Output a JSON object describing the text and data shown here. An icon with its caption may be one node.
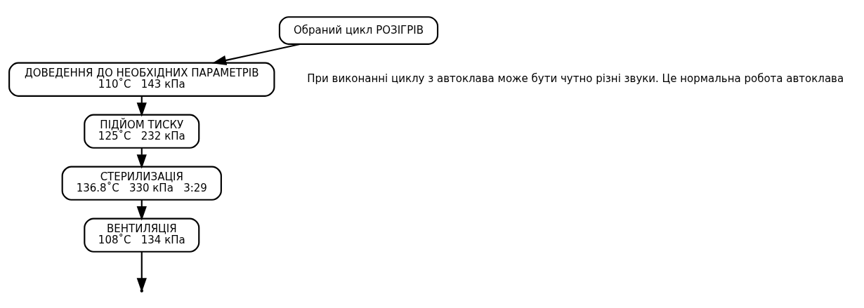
{
  "diagram": {
    "nodes": [
      {
        "text": [
          "Обраний цикл РОЗІГРІВ"
        ]
      },
      {
        "text": [
          "ДОВЕДЕННЯ ДО НЕОБХІДНИХ ПАРАМЕТРІВ",
          "110˚C",
          "143 кПа"
        ]
      },
      {
        "text": [
          "ПІДЙОМ ТИСКУ",
          "125˚C",
          "232 кПа"
        ]
      },
      {
        "text": [
          "СТЕРИЛИЗАЦІЯ",
          "136.8˚C",
          "330 кПа",
          "3:29"
        ]
      },
      {
        "text": [
          "ВЕНТИЛЯЦІЯ",
          "108˚C",
          "134 кПа"
        ]
      }
    ],
    "edges": [
      {
        "from": 0,
        "to": 1,
        "arrow": "to"
      },
      {
        "from": 1,
        "to": 2,
        "arrow": "to"
      },
      {
        "from": 2,
        "to": 3,
        "arrow": "to"
      },
      {
        "from": 3,
        "to": 4,
        "arrow": "to"
      },
      {
        "from": 4,
        "to": null,
        "arrow": "to"
      }
    ],
    "labels": [
      "При виконанні циклу з автоклава може бути чутно різні звуки. Це нормальна робота автоклава"
    ]
  }
}
